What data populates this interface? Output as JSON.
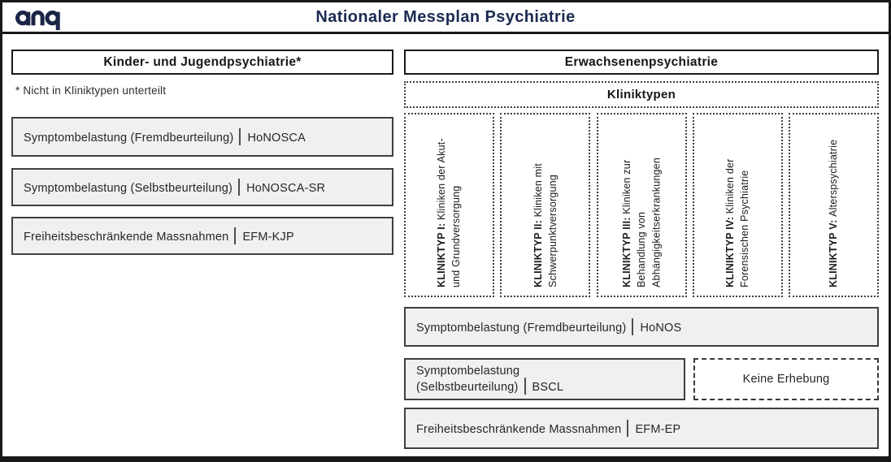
{
  "header": {
    "logo": "anq",
    "title": "Nationaler Messplan Psychiatrie"
  },
  "left_panel": {
    "title": "Kinder- und Jugendpsychiatrie*",
    "footnote": "* Nicht in Kliniktypen unterteilt",
    "measures": [
      {
        "label": "Symptombelastung (Fremdbeurteilung)",
        "code": "HoNOSCA"
      },
      {
        "label": "Symptombelastung (Selbstbeurteilung)",
        "code": "HoNOSCA-SR"
      },
      {
        "label": "Freiheitsbeschränkende Massnahmen",
        "code": "EFM-KJP"
      }
    ]
  },
  "right_panel": {
    "title": "Erwachsenenpsychiatrie",
    "kliniktypen_header": "Kliniktypen",
    "kliniktypen": [
      {
        "bold": "KLINIKTYP I:",
        "text": "Kliniken der Akut- und Grundversorgung"
      },
      {
        "bold": "KLINIKTYP II:",
        "text": "Kliniken mit Schwerpunktversorgung"
      },
      {
        "bold": "KLINIKTYP III:",
        "text": "Kliniken zur Behandlung von Abhängigkeitserkrankungen"
      },
      {
        "bold": "KLINIKTYP IV:",
        "text": "Kliniken der Forensischen Psychiatrie"
      },
      {
        "bold": "KLINIKTYP V:",
        "text": "Alterspsychiatrie"
      }
    ],
    "measures": [
      {
        "label": "Symptombelastung (Fremdbeurteilung)",
        "code": "HoNOS"
      },
      {
        "label": "Symptombelastung\n(Selbstbeurteilung)",
        "code": "BSCL"
      },
      {
        "label": "Freiheitsbeschränkende Massnahmen",
        "code": "EFM-EP"
      }
    ],
    "no_survey": "Keine Erhebung"
  },
  "colors": {
    "brand_navy": "#1c2b52",
    "box_fill_gray": "#f0f0f0",
    "border_dark": "#191919",
    "text_dark": "#262626"
  }
}
